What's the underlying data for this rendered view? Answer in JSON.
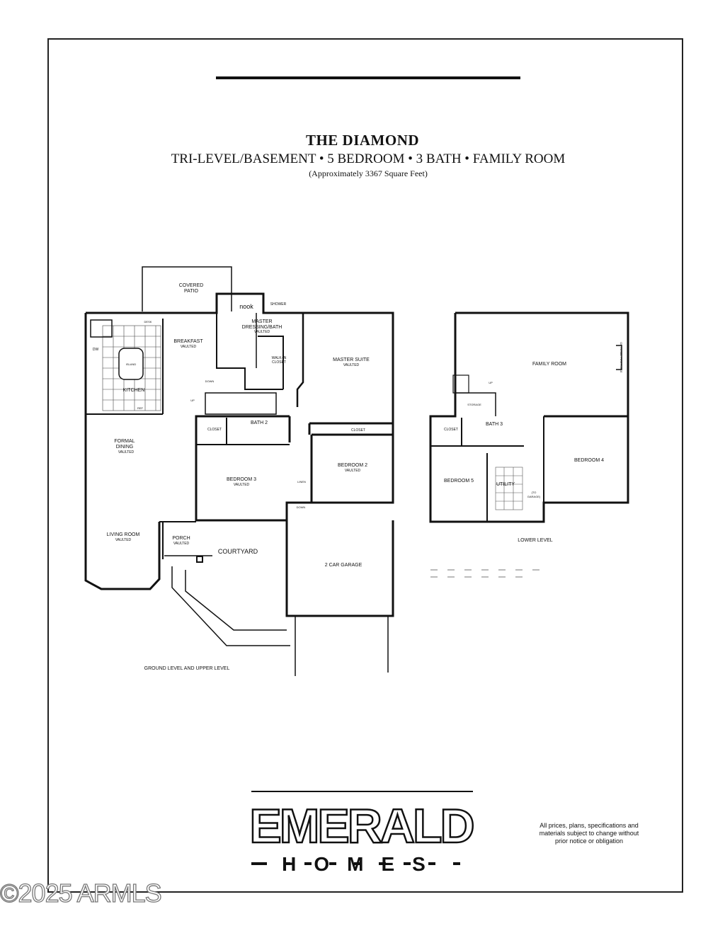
{
  "header": {
    "title": "THE DIAMOND",
    "subtitle": "TRI-LEVEL/BASEMENT • 5 BEDROOM • 3 BATH • FAMILY ROOM",
    "sqft": "(Approximately 3367 Square Feet)"
  },
  "ground": {
    "covered_patio": [
      "COVERED",
      "PATIO"
    ],
    "nook": "nook",
    "shower": "SHOWER",
    "master_dressing": [
      "MASTER",
      "DRESSING/BATH",
      "VAULTED"
    ],
    "walk_in_closet": [
      "WALK-IN",
      "CLOSET"
    ],
    "master_suite": [
      "MASTER SUITE",
      "VAULTED"
    ],
    "breakfast": [
      "BREAKFAST",
      "VAULTED"
    ],
    "kitchen": "KITCHEN",
    "island": "ISLAND",
    "desk": "DESK",
    "dw": "DW",
    "ref": "REF",
    "formal_dining": [
      "FORMAL",
      "DINING",
      "VAULTED"
    ],
    "bath2": "BATH 2",
    "closet": "CLOSET",
    "closet_left": "CLOSET",
    "bedroom2": [
      "BEDROOM 2",
      "VAULTED"
    ],
    "bedroom3": [
      "BEDROOM 3",
      "VAULTED"
    ],
    "linen": "LINEN",
    "down": "DOWN",
    "up": "UP",
    "living_room": [
      "LIVING ROOM",
      "VAULTED"
    ],
    "porch": [
      "PORCH",
      "VAULTED"
    ],
    "courtyard": "COURTYARD",
    "garage": "2 CAR GARAGE",
    "level_label": "GROUND LEVEL AND UPPER LEVEL"
  },
  "lower": {
    "family_room": "FAMILY ROOM",
    "optional_fireplace": "OPTIONAL FIREPLACE",
    "storage": "STORAGE",
    "bath3": "BATH 3",
    "closet": "CLOSET",
    "bedroom4": "BEDROOM 4",
    "bedroom5": "BEDROOM 5",
    "utility": "UTILITY",
    "to_garage": [
      "(TO",
      "GARAGE)"
    ],
    "up": "UP",
    "level_label": "LOWER LEVEL"
  },
  "brand": {
    "name": "EMERALD",
    "sub": "HOMES",
    "disclaimer": "All prices, plans, specifications and materials subject to change without prior notice or obligation"
  },
  "watermark": "©2025 ARMLS"
}
